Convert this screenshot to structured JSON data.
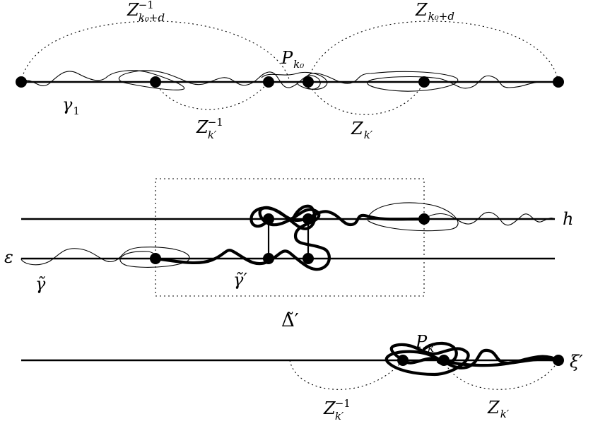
{
  "labels": {
    "z_inv_k0d": "Z",
    "z_inv_k0d_sub": "k₀+d",
    "z_inv_k0d_sup": "−1",
    "z_k0d": "Z",
    "z_k0d_sub": "k₀+d",
    "p_k0": "P",
    "p_k0_sub": "k₀",
    "gamma1": "γ",
    "gamma1_sub": "1",
    "z_inv_kp": "Z",
    "z_inv_kp_sub": "k′",
    "z_inv_kp_sup": "−1",
    "z_kp": "Z",
    "z_kp_sub": "k′",
    "h": "h",
    "epsilon": "ε",
    "gamma_tilde": "γ̃",
    "gamma_tilde_prime": "γ̃′",
    "delta_tilde_prime": "Δ̃′",
    "p_kp": "P",
    "p_kp_sub": "k′",
    "xi_prime": "ξ′",
    "z_inv_kp2": "Z",
    "z_inv_kp2_sub": "k′",
    "z_inv_kp2_sup": "−1",
    "z_kp2": "Z",
    "z_kp2_sub": "k′"
  }
}
